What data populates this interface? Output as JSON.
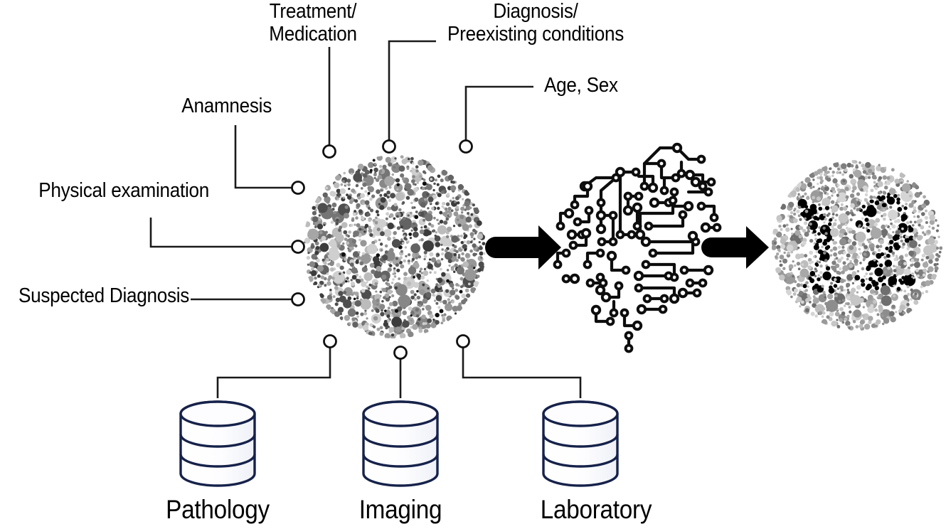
{
  "diagram": {
    "title": "Clinical data aggregation and AI-based diagnosis pipeline",
    "colors": {
      "line": "#1a1a1a",
      "text": "#000000",
      "arrow": "#000000",
      "database_stroke": "#16224a",
      "database_fill": "#fbfcfe",
      "dot_light": "#c9c9c9",
      "dot_mid": "#8a8a8a",
      "dot_dark": "#4a4a4a",
      "dot_highlight": "#000000",
      "background": "#ffffff"
    },
    "input_labels": [
      {
        "id": "treatment-medication",
        "text": "Treatment/\nMedication",
        "position": "top"
      },
      {
        "id": "diagnosis-preexisting",
        "text": "Diagnosis/\nPreexisting conditions",
        "position": "top"
      },
      {
        "id": "age-sex",
        "text": "Age, Sex",
        "position": "top-right"
      },
      {
        "id": "anamnesis",
        "text": "Anamnesis",
        "position": "left"
      },
      {
        "id": "physical-examination",
        "text": "Physical examination",
        "position": "left"
      },
      {
        "id": "suspected-diagnosis",
        "text": "Suspected Diagnosis",
        "position": "left"
      }
    ],
    "databases": [
      {
        "id": "pathology",
        "label": "Pathology"
      },
      {
        "id": "imaging",
        "label": "Imaging"
      },
      {
        "id": "laboratory",
        "label": "Laboratory"
      }
    ],
    "stages": [
      {
        "id": "patient-data-plate",
        "kind": "dot-plate",
        "caption": ""
      },
      {
        "id": "ai-brain",
        "kind": "circuit-brain",
        "caption": ""
      },
      {
        "id": "diagnosis-plate",
        "kind": "dot-plate-highlighted",
        "caption": "",
        "hidden_figure": "12"
      }
    ],
    "arrows": [
      {
        "id": "arrow-data-to-ai",
        "direction": "right"
      },
      {
        "id": "arrow-ai-to-result",
        "direction": "right"
      }
    ]
  },
  "chart_data": {
    "type": "diagram",
    "title": "Clinical data aggregation and AI-based diagnosis pipeline",
    "flow": [
      "Patient data (dot plate)",
      "AI brain",
      "Diagnosis (revealed pattern)"
    ]
  }
}
